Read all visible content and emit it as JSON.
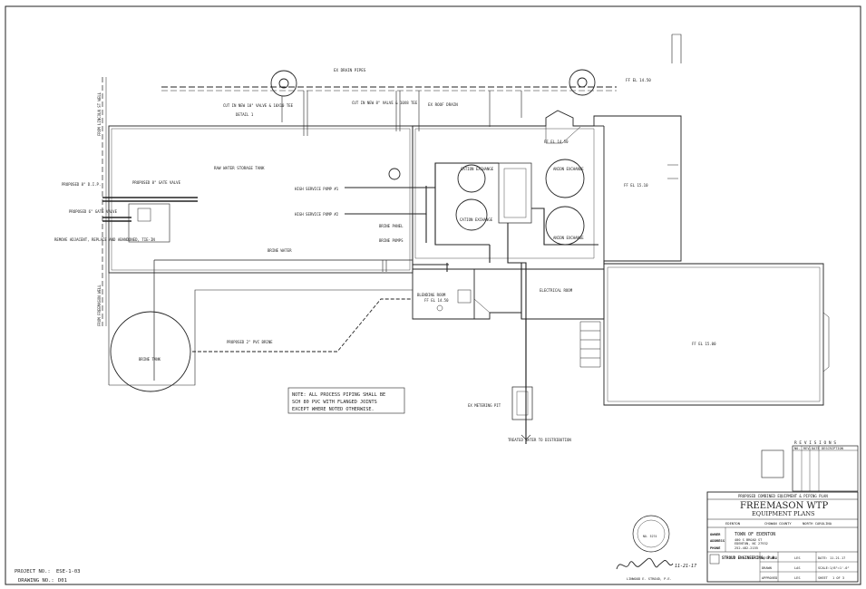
{
  "drawing": {
    "labels": {
      "drain_pipes": "EX DRAIN PIPES",
      "roof_drain": "EX ROOF DRAIN",
      "ff_top_right": "FF EL 14.50",
      "cut_in_left": "CUT IN NEW 10\" VALVE & 10X10 TEE",
      "cut_in_mid": "CUT IN NEW 8\" VALVE & 10X8 TEE",
      "detail": "DETAIL 1",
      "raw_water_tank": "RAW WATER STORAGE TANK",
      "high_service_pump_1": "HIGH SERVICE PUMP #1",
      "high_service_pump_2": "HIGH SERVICE PUMP #2",
      "brine_panel": "BRINE PANEL",
      "brine_pumps": "BRINE PUMPS",
      "cation_exchange_1": "CATION EXCHANGE",
      "cation_exchange_2": "CATION EXCHANGE",
      "anion_exchange_1": "ANION EXCHANGE",
      "anion_exchange_2": "ANION EXCHANGE",
      "ff_room_a": "FF EL 14.50",
      "ff_room_b": "FF EL 15.10",
      "ff_room_c": "FF EL 15.00",
      "brine_water": "BRINE WATER",
      "proposed_8_left": "PROPOSED 8\" D.I.P.",
      "proposed_8_gate": "PROPOSED 8\" GATE VALVE",
      "proposed_6_gate": "PROPOSED 6\" GATE VALVE",
      "demand_adjacent": "REMOVE ADJACENT, REPLACE AND ABANDONED, TIE-IN",
      "from_lincoln_well": "FROM LINCOLN ST WELL",
      "from_freemason_well": "FROM FREEMASON WELL",
      "blending_room": "BLENDING ROOM",
      "blending_ff": "FF EL 14.50",
      "electrical_room": "ELECTRICAL ROOM",
      "proposed_pvc_brine": "PROPOSED 2\" PVC BRINE",
      "brine_tank": "BRINE TANK",
      "metering_pit": "EX METERING PIT",
      "treated_water": "TREATED WATER TO DISTRIBUTION"
    },
    "note": {
      "line1": "NOTE: ALL PROCESS PIPING SHALL BE",
      "line2": "SCH 80 PVC WITH FLANGED JOINTS",
      "line3": "EXCEPT WHERE NOTED OTHERWISE."
    }
  },
  "title_block": {
    "revisions_title": "R E V I S I O N S",
    "rev_headers": [
      "NO.",
      "REV.",
      "DATE",
      "DESCRIPTION"
    ],
    "subtitle": "PROPOSED COMBINED EQUIPMENT & PIPING PLAN",
    "project_name": "FREEMASON WTP",
    "sheet_title": "EQUIPMENT PLANS",
    "location_a": "EDENTON",
    "location_b": "CHOWAN COUNTY",
    "location_c": "NORTH CAROLINA",
    "owner_label": "OWNER",
    "owner_value": "TOWN OF EDENTON",
    "address_label": "ADDRESS",
    "address_value": "400 S BROAD ST",
    "address_city": "EDENTON, NC 27932",
    "phone_label": "PHONE",
    "phone_value": "252-482-2155",
    "firm": "STROUD ENGINEERING, P.A.",
    "engineer_name": "LINWOOD E. STROUD, P.E.",
    "signature_date": "11-21-17",
    "seal_license": "NO. 5274",
    "row_labels": [
      "DESIGNED",
      "DRAWN",
      "APPROVED"
    ],
    "row_values": [
      "LES",
      "LAS",
      "LES"
    ],
    "date_label": "DATE:",
    "date_value": "11-21-17",
    "scale_label": "SCALE:",
    "scale_value": "1/8\"=1'-0\"",
    "sheet_label": "SHEET",
    "sheet_value": "1 OF 3"
  },
  "project": {
    "project_no_label": "PROJECT NO.:",
    "project_no_value": "ESE-1-03",
    "drawing_no_label": "DRAWING NO.:",
    "drawing_no_value": "D01"
  }
}
